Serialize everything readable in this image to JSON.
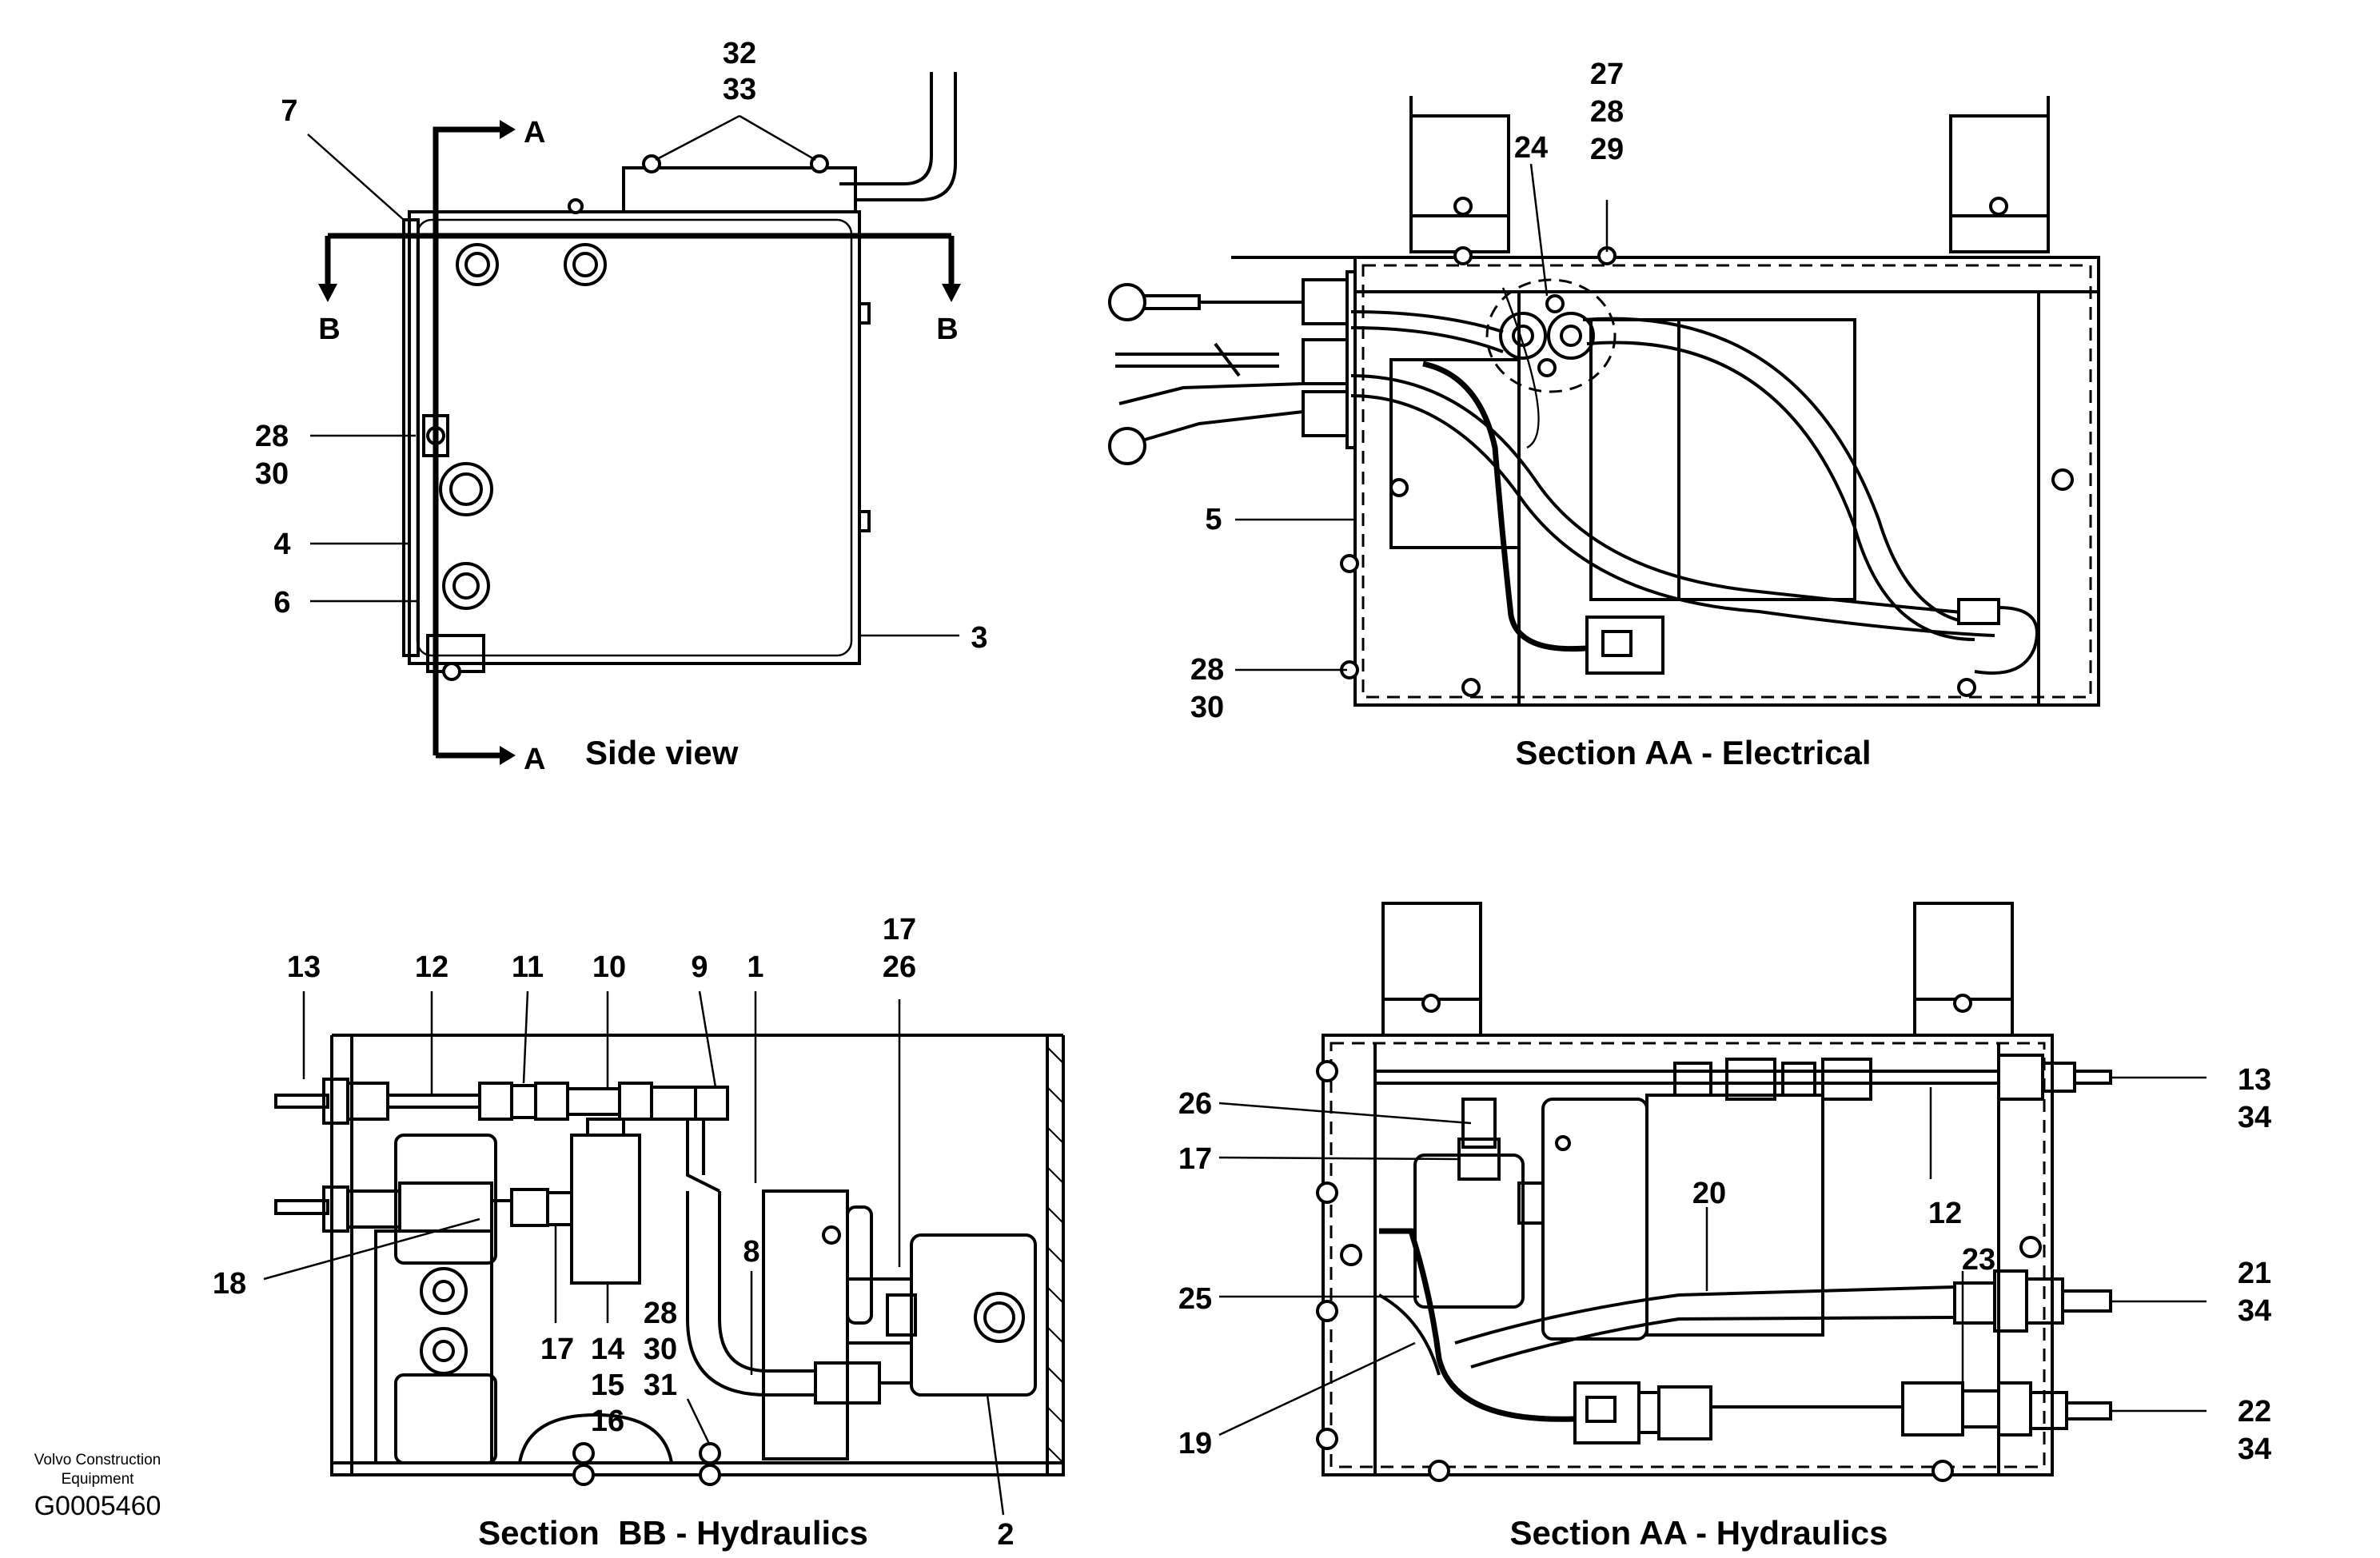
{
  "footer": {
    "publisher_line1": "Volvo Construction",
    "publisher_line2": "Equipment",
    "drawing_code": "G0005460"
  },
  "views": [
    {
      "caption": "Side view",
      "callouts": [
        "7",
        "32",
        "33",
        "A",
        "A",
        "B",
        "B",
        "28",
        "30",
        "4",
        "6",
        "3"
      ]
    },
    {
      "caption": "Section AA - Electrical",
      "callouts": [
        "27",
        "28",
        "29",
        "24",
        "5",
        "28",
        "30"
      ]
    },
    {
      "caption": "Section  BB - Hydraulics",
      "callouts": [
        "13",
        "12",
        "11",
        "10",
        "9",
        "1",
        "17",
        "26",
        "18",
        "8",
        "28",
        "30",
        "31",
        "17",
        "14",
        "15",
        "16",
        "2"
      ]
    },
    {
      "caption": "Section AA - Hydraulics",
      "callouts": [
        "26",
        "17",
        "20",
        "12",
        "23",
        "25",
        "19",
        "13",
        "34",
        "21",
        "34",
        "22",
        "34"
      ]
    }
  ]
}
